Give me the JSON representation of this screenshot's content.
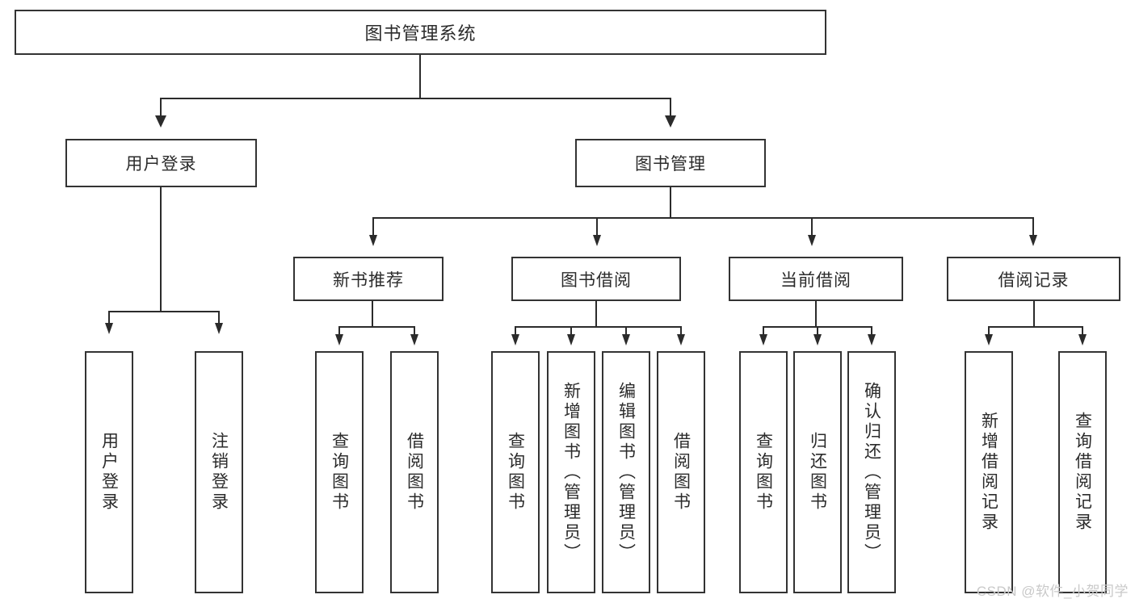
{
  "diagram": {
    "type": "tree-hierarchy-diagram",
    "title": "图书管理系统",
    "watermark": "CSDN @软件_小贺同学",
    "colors": {
      "box_border": "#333333",
      "box_fill": "#ffffff",
      "connector": "#2b2b2b",
      "text": "#2b2b2b",
      "watermark": "#c9c9c9",
      "background": "#ffffff"
    },
    "root": {
      "label": "图书管理系统"
    },
    "level2": [
      {
        "label": "用户登录"
      },
      {
        "label": "图书管理"
      }
    ],
    "level3": [
      {
        "label": "新书推荐"
      },
      {
        "label": "图书借阅"
      },
      {
        "label": "当前借阅"
      },
      {
        "label": "借阅记录"
      }
    ],
    "leaves": {
      "user_login": [
        {
          "label": "用户登录"
        },
        {
          "label": "注销登录"
        }
      ],
      "new_book_recommend": [
        {
          "label": "查询图书"
        },
        {
          "label": "借阅图书"
        }
      ],
      "book_borrow": [
        {
          "label": "查询图书"
        },
        {
          "label": "新增图书（管理员）"
        },
        {
          "label": "编辑图书（管理员）"
        },
        {
          "label": "借阅图书"
        }
      ],
      "current_borrow": [
        {
          "label": "查询图书"
        },
        {
          "label": "归还图书"
        },
        {
          "label": "确认归还（管理员）"
        }
      ],
      "borrow_record": [
        {
          "label": "新增借阅记录"
        },
        {
          "label": "查询借阅记录"
        }
      ]
    }
  }
}
